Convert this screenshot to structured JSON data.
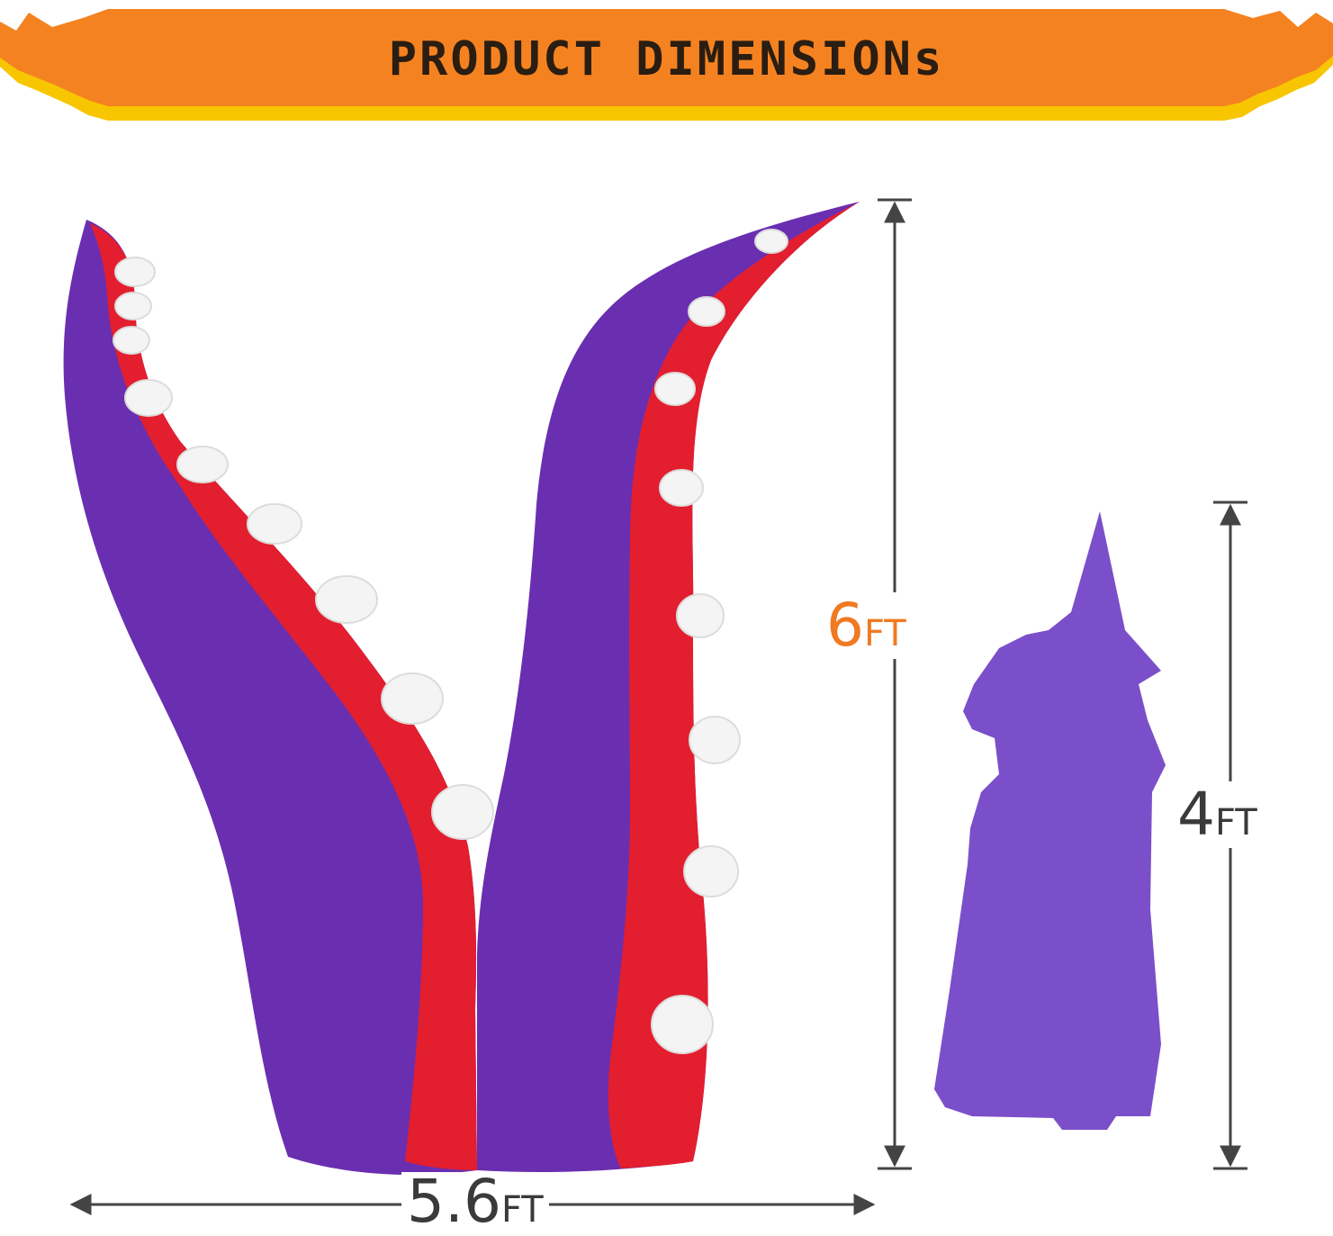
{
  "banner": {
    "title": "PRODUCT DIMENSIONs"
  },
  "dimensions": {
    "height_main": {
      "value": "6",
      "unit": "FT"
    },
    "height_reference": {
      "value": "4",
      "unit": "FT"
    },
    "width_main": {
      "value": "5.6",
      "unit": "FT"
    }
  },
  "colors": {
    "banner_orange": "#f58220",
    "banner_yellow": "#f7c600",
    "tentacle_purple": "#6a2fb0",
    "tentacle_red": "#e31e2f",
    "sucker_white": "#f4f4f4",
    "witch_purple": "#7b4fc9",
    "accent_orange": "#f07a22",
    "line_gray": "#444444"
  }
}
